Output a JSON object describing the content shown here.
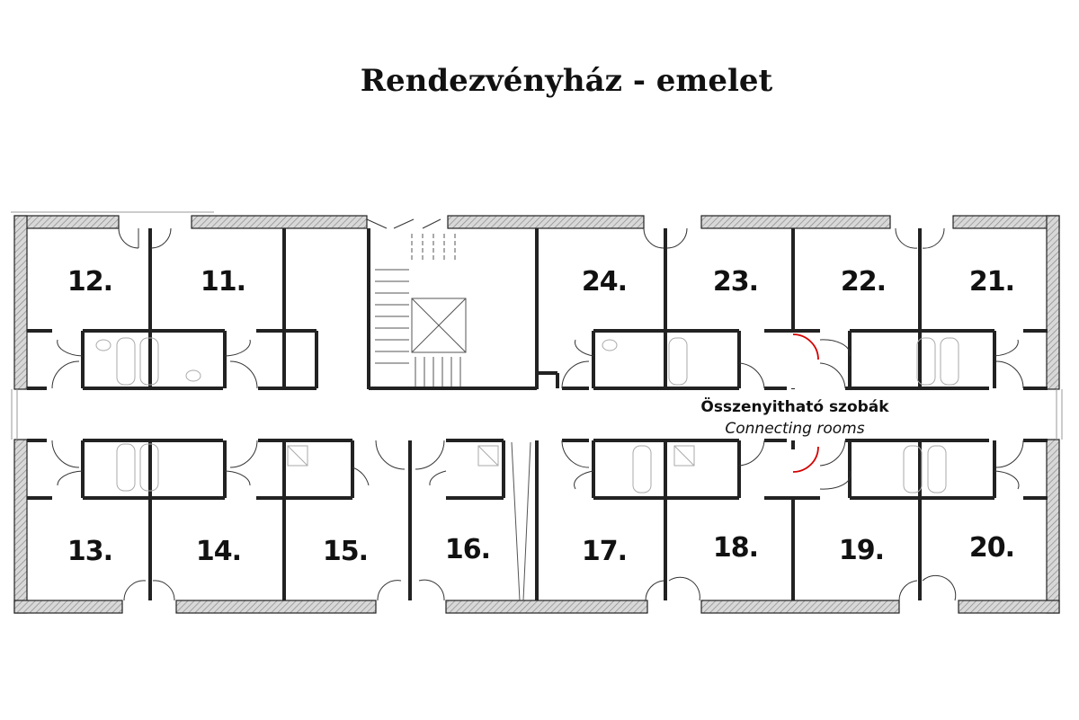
{
  "title": "Rendezvényház - emelet",
  "rooms_top": [
    "12.",
    "11.",
    "24.",
    "23.",
    "22.",
    "21."
  ],
  "rooms_bottom": [
    "13.",
    "14.",
    "15.",
    "16.",
    "17.",
    "18.",
    "19.",
    "20."
  ],
  "connecting": {
    "hu": "Összenyitható szobák",
    "en": "Connecting rooms"
  },
  "colors": {
    "wall_hatch": "#9a9a9a",
    "line": "#222222",
    "connecting_door": "#d40000"
  }
}
